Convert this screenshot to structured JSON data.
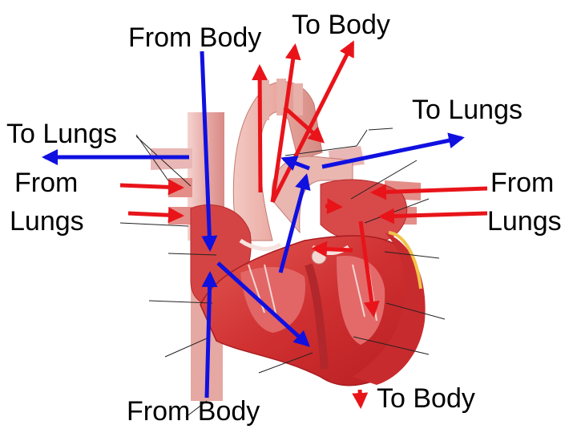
{
  "labels": {
    "from_body_top": "From Body",
    "to_body_top": "To Body",
    "to_lungs_left": "To Lungs",
    "to_lungs_right": "To Lungs",
    "from_lungs_left_1": "From",
    "from_lungs_left_2": "Lungs",
    "from_lungs_right_1": "From",
    "from_lungs_right_2": "Lungs",
    "from_body_bottom": "From Body",
    "to_body_bottom": "To Body"
  },
  "colors": {
    "oxygenated_arrow": "#e8141a",
    "deoxygenated_arrow": "#1010e0",
    "muscle": "#d8383a",
    "vessel": "#e9b7b5",
    "leader_line": "#222222"
  },
  "icons": {
    "heart_illustration": "heart-cross-section"
  }
}
